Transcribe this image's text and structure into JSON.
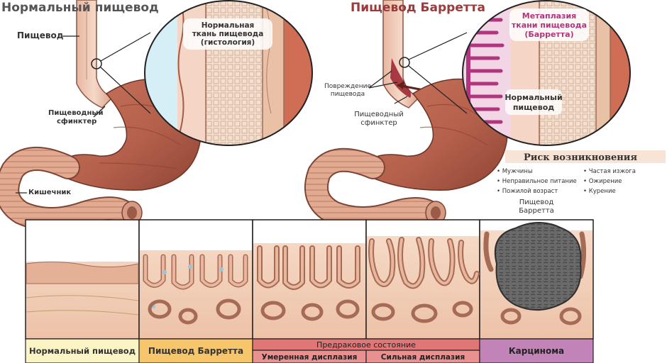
{
  "left_panel": {
    "title": "Нормальный пищевод",
    "label_esophagus": "Пищевод",
    "label_sphincter_line1": "Пищеводный",
    "label_sphincter_line2": "сфинктер",
    "label_intestine": "Кишечник",
    "zoom_line1": "Нормальная",
    "zoom_line2": "ткань пищевода",
    "zoom_line3": "(гистология)"
  },
  "right_panel": {
    "title": "Пищевод Барретта",
    "zoom_line1": "Метаплазия",
    "zoom_line2": "ткани пищевода",
    "zoom_line3": "(Барретта)",
    "zoom_normal_line1": "Нормальный",
    "zoom_normal_line2": "пищевод",
    "label_damage_line1": "Повреждение",
    "label_damage_line2": "пищевода",
    "label_sphincter_line1": "Пищеводный",
    "label_sphincter_line2": "сфинктер"
  },
  "risk": {
    "title": "Риск возникновения",
    "col1": [
      "Мужчины",
      "Неправильное питание",
      "Пожилой возраст"
    ],
    "col2": [
      "Частая изжога",
      "Ожирение",
      "Курение"
    ],
    "footer_line1": "Пищевод",
    "footer_line2": "Барретта"
  },
  "stages": {
    "normal": "Нормальный пищевод",
    "barrett": "Пищевод Барретта",
    "precancer": "Предраковое состояние",
    "moderate": "Умеренная дисплазия",
    "severe": "Сильная дисплазия",
    "carcinoma": "Карцинома"
  },
  "colors": {
    "stomach": "#b4604c",
    "tissue": "#f3d2bd",
    "villi": "#e0a07f",
    "barrett_tissue": "#b0347e",
    "normal_label_bg": "#fbf4c4",
    "barrett_label_bg": "#f7c56a",
    "precancer_bg": "#e07676",
    "moderate_bg": "#e99090",
    "carcinoma_bg": "#c284b8",
    "tumor": "#5a5a5a"
  }
}
